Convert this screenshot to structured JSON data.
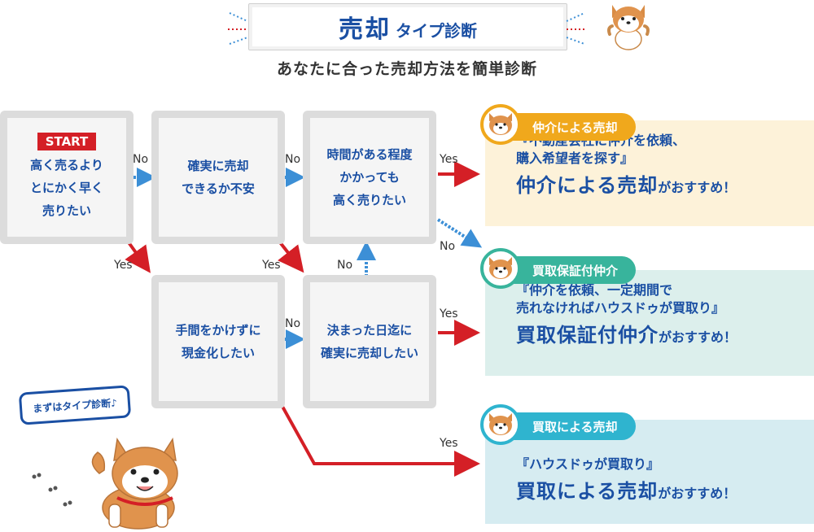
{
  "header": {
    "title_main": "売却",
    "title_sub": "タイプ診断",
    "subtitle": "あなたに合った売却方法を簡単診断"
  },
  "questions": {
    "q1": {
      "badge": "START",
      "text": "高く売るより\nとにかく早く\n売りたい"
    },
    "q2": {
      "text": "確実に売却\nできるか不安"
    },
    "q3": {
      "text": "時間がある程度\nかかっても\n高く売りたい"
    },
    "q4": {
      "text": "手間をかけずに\n現金化したい"
    },
    "q5": {
      "text": "決まった日迄に\n確実に売却したい"
    }
  },
  "labels": {
    "yes": "Yes",
    "no": "No"
  },
  "results": {
    "r1": {
      "tag": "仲介による売却",
      "quote": "『不動産会社に仲介を依頼、\n購入希望者を探す』",
      "strong": "仲介による売却",
      "tail": "がおすすめ！"
    },
    "r2": {
      "tag": "買取保証付仲介",
      "quote": "『仲介を依頼、一定期間で\n売れなければハウスドゥが買取り』",
      "strong": "買取保証付仲介",
      "tail": "がおすすめ！"
    },
    "r3": {
      "tag": "買取による売却",
      "quote": "『ハウスドゥが買取り』",
      "strong": "買取による売却",
      "tail": "がおすすめ！"
    }
  },
  "speech": "まずはタイプ診断♪",
  "colors": {
    "accent_blue": "#1a4fa3",
    "arrow_red": "#d41f26",
    "arrow_blue": "#3c8fd6",
    "tag1": "#f0a81c",
    "panel1": "#fdf2d9",
    "tag2": "#38b49c",
    "panel2": "#dcefec",
    "tag3": "#2fb4cf",
    "panel3": "#d6ecf1"
  }
}
